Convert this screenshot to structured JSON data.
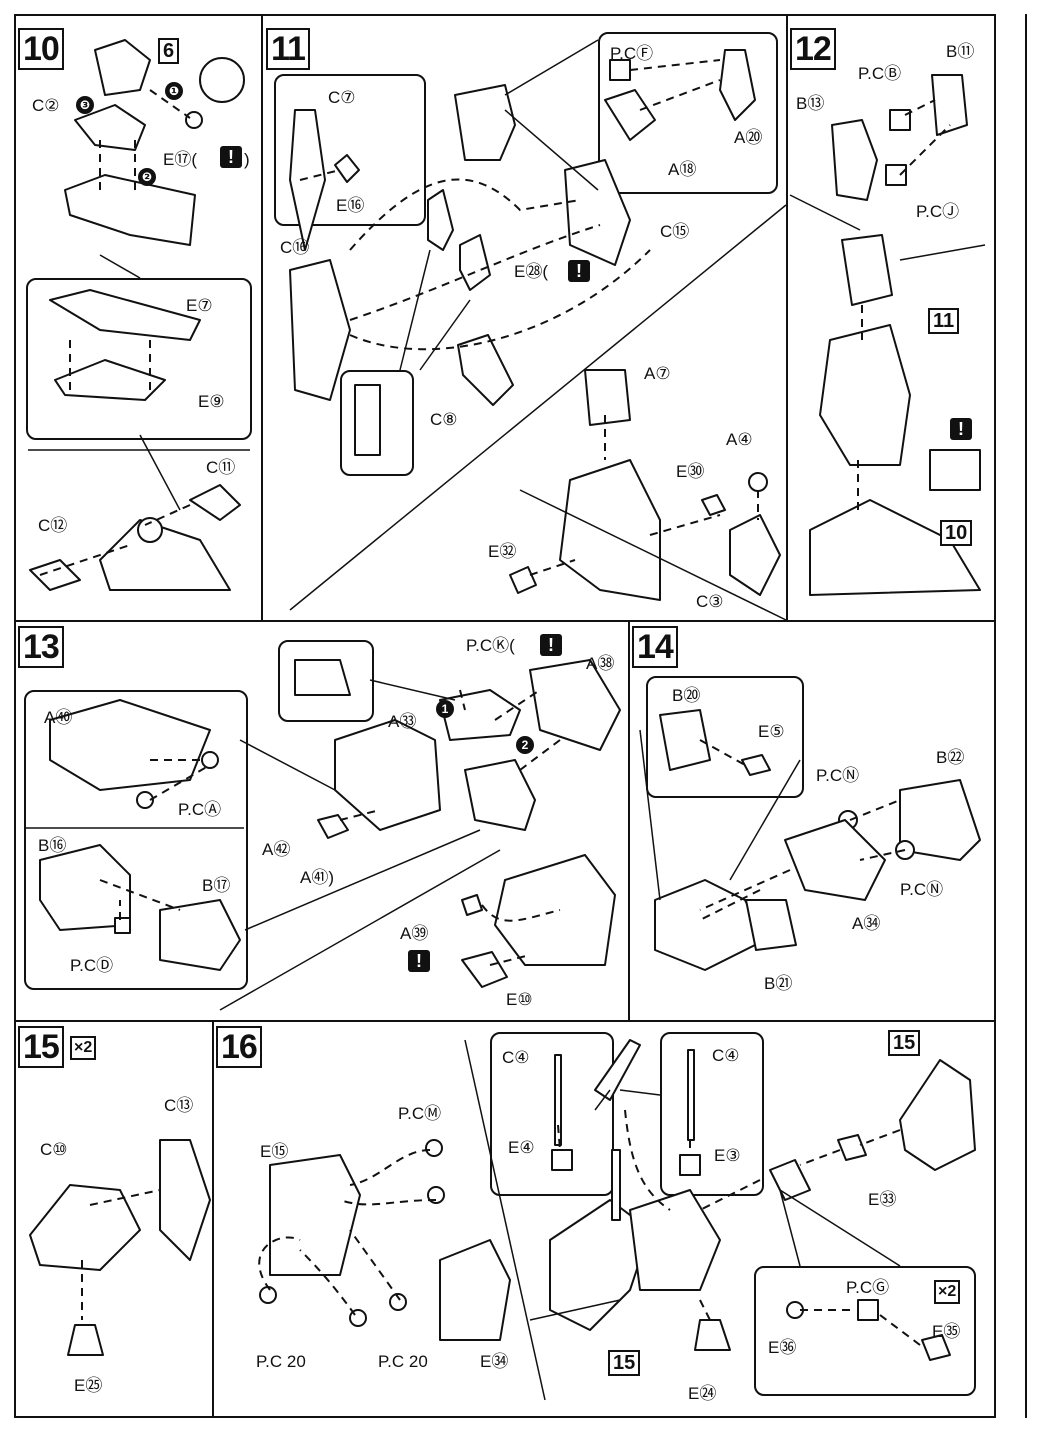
{
  "steps": [
    {
      "number": "10",
      "labels": [
        "6",
        "C②",
        "❸",
        "❶",
        "E⑰(",
        "!",
        ")",
        "❷",
        "E⑦",
        "E⑨",
        "C⑪",
        "C⑫"
      ]
    },
    {
      "number": "11",
      "labels": [
        "C⑦",
        "E⑯",
        "P.CⒻ",
        "A⑱",
        "A⑳",
        "C⑮",
        "E㉘(",
        "C⑯",
        "C⑧",
        "A⑦",
        "A④",
        "E㉚",
        "E㉜",
        "C③"
      ]
    },
    {
      "number": "12",
      "labels": [
        "P.CⒷ",
        "B⑪",
        "B⑬",
        "P.CⒿ",
        "11",
        "10"
      ]
    },
    {
      "number": "13",
      "labels": [
        "P.CⓀ(",
        "A㊳",
        "A㉝",
        "A㊵",
        "P.CⒶ",
        "B⑯",
        "B⑰",
        "P.CⒹ",
        "A㊷",
        "A㊶)",
        "A㊴",
        "E⑩"
      ]
    },
    {
      "number": "14",
      "labels": [
        "B⑳",
        "E⑤",
        "P.CⓃ",
        "B㉒",
        "P.CⓃ",
        "A㉞",
        "B㉑"
      ]
    },
    {
      "number": "15",
      "multiplier": "×2",
      "labels": [
        "C⑬",
        "C⑩",
        "E㉕"
      ]
    },
    {
      "number": "16",
      "labels": [
        "P.CⓂ",
        "E⑮",
        "P.C 20",
        "P.C 20",
        "E㉞",
        "C④",
        "E④",
        "C④",
        "E③",
        "15",
        "E㉝",
        "15",
        "P.CⒼ",
        "×2",
        "E㊱",
        "E㉟",
        "E㉔"
      ]
    }
  ]
}
